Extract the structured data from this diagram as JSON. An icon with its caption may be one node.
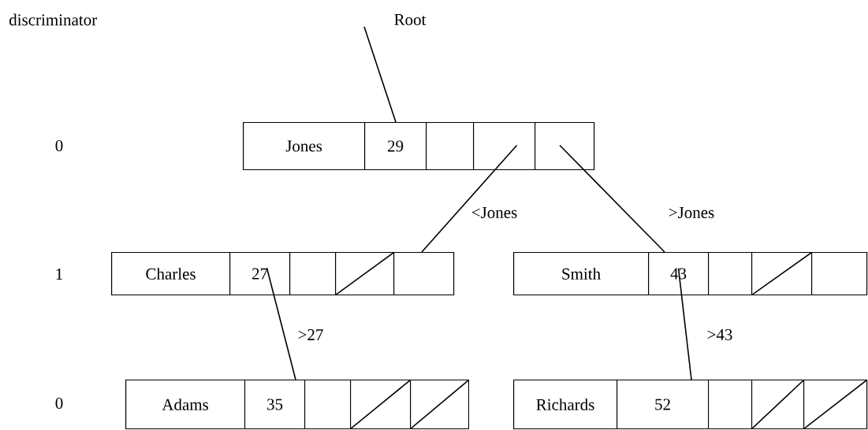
{
  "diagram": {
    "nodes": [
      {
        "text": [
          "Root"
        ]
      },
      {
        "text": [],
        "shape": "box"
      },
      {
        "text": [
          "Jones"
        ],
        "in": 1
      },
      {
        "text": [
          "29"
        ],
        "in": 1
      },
      {
        "text": [],
        "shape": "box",
        "in": 1
      },
      {
        "text": [],
        "shape": "box",
        "in": 1
      },
      {
        "text": [],
        "shape": "box",
        "in": 1
      },
      {
        "text": [],
        "shape": "box"
      },
      {
        "text": [
          "Charles"
        ],
        "in": 7
      },
      {
        "text": [
          "27"
        ],
        "in": 7
      },
      {
        "text": [],
        "shape": "box",
        "in": 7
      },
      {
        "text": [],
        "shape": "slashed-box",
        "in": 7
      },
      {
        "text": [],
        "shape": "box",
        "in": 7
      },
      {
        "text": [],
        "shape": "box"
      },
      {
        "text": [
          "Smith"
        ],
        "in": 13
      },
      {
        "text": [
          "43"
        ],
        "in": 13
      },
      {
        "text": [],
        "shape": "box",
        "in": 13
      },
      {
        "text": [],
        "shape": "slashed-box",
        "in": 13
      },
      {
        "text": [],
        "shape": "box",
        "in": 13
      },
      {
        "text": [],
        "shape": "box"
      },
      {
        "text": [
          "Adams"
        ],
        "in": 19
      },
      {
        "text": [
          "35"
        ],
        "in": 19
      },
      {
        "text": [],
        "shape": "box",
        "in": 19
      },
      {
        "text": [],
        "shape": "slashed-box",
        "in": 19
      },
      {
        "text": [],
        "shape": "slashed-box",
        "in": 19
      },
      {
        "text": [],
        "shape": "box"
      },
      {
        "text": [
          "Richards"
        ],
        "in": 25
      },
      {
        "text": [
          "52"
        ],
        "in": 25
      },
      {
        "text": [],
        "shape": "box",
        "in": 25
      },
      {
        "text": [],
        "shape": "slashed-box",
        "in": 25
      },
      {
        "text": [],
        "shape": "slashed-box",
        "in": 25
      }
    ],
    "edges": [
      {
        "from": 0,
        "to": 1,
        "arrow": "none"
      },
      {
        "from": 5,
        "to": 7,
        "arrow": "none",
        "label": "<Jones"
      },
      {
        "from": 6,
        "to": 13,
        "arrow": "none",
        "label": ">Jones"
      },
      {
        "from": 9,
        "to": 19,
        "arrow": "none",
        "label": ">27"
      },
      {
        "from": 15,
        "to": 25,
        "arrow": "none",
        "label": ">43"
      }
    ],
    "labels": [
      "discriminator",
      "0",
      "1",
      "0"
    ]
  }
}
